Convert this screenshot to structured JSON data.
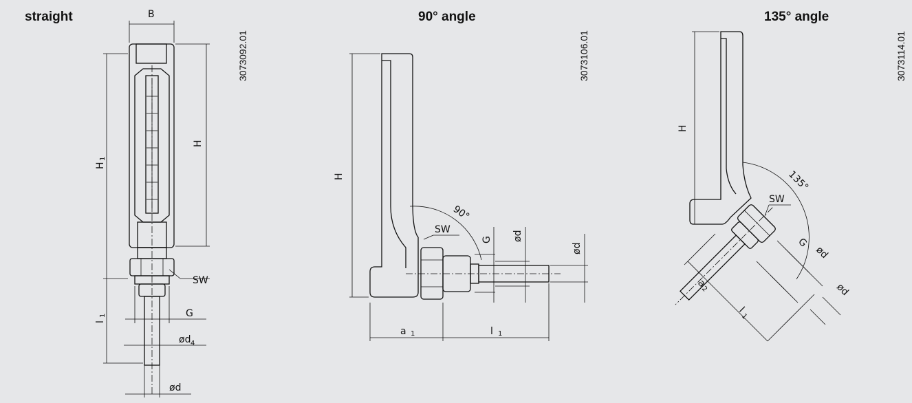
{
  "views": [
    {
      "title": "straight",
      "code": "3073092.01"
    },
    {
      "title": "90° angle",
      "code": "3073106.01"
    },
    {
      "title": "135° angle",
      "code": "3073114.01"
    }
  ],
  "labels": {
    "B": "B",
    "H": "H",
    "H1": "H",
    "sub1": "1",
    "SW": "SW",
    "l1": "l",
    "a1": "a",
    "a2": "a",
    "sub2": "2",
    "G": "G",
    "phid4": "ød",
    "sub4": "4",
    "phid": "ød",
    "deg90": "90°",
    "deg135": "135°"
  }
}
